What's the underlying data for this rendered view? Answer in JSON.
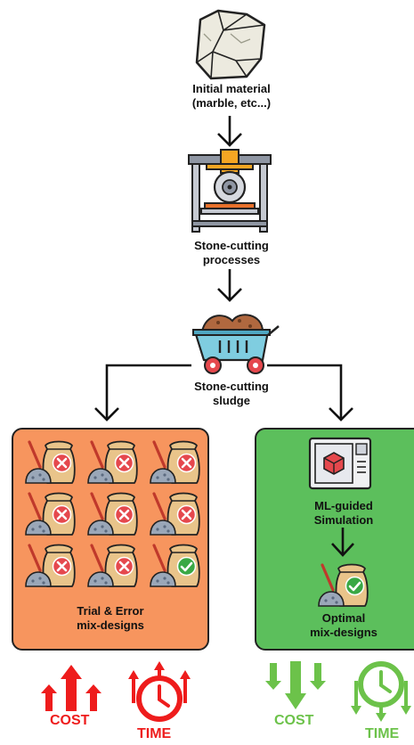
{
  "steps": {
    "initial": "Initial material\n(marble, etc...)",
    "cutting": "Stone-cutting\nprocesses",
    "sludge": "Stone-cutting\nsludge"
  },
  "left_panel": {
    "label": "Trial & Error\nmix-designs",
    "grid": [
      [
        "fail",
        "fail",
        "fail"
      ],
      [
        "fail",
        "fail",
        "fail"
      ],
      [
        "fail",
        "fail",
        "success"
      ]
    ]
  },
  "right_panel": {
    "sim_label": "ML-guided\nSimulation",
    "label": "Optimal\nmix-designs"
  },
  "indicators": {
    "left_cost": "COST",
    "left_time": "TIME",
    "right_cost": "COST",
    "right_time": "TIME"
  },
  "colors": {
    "left_panel_bg": "#f7955e",
    "right_panel_bg": "#5cbf5c",
    "increase": "#ee1c1c",
    "decrease": "#6cc24a",
    "fail_badge": "#e5484d",
    "success_badge": "#39a845"
  }
}
